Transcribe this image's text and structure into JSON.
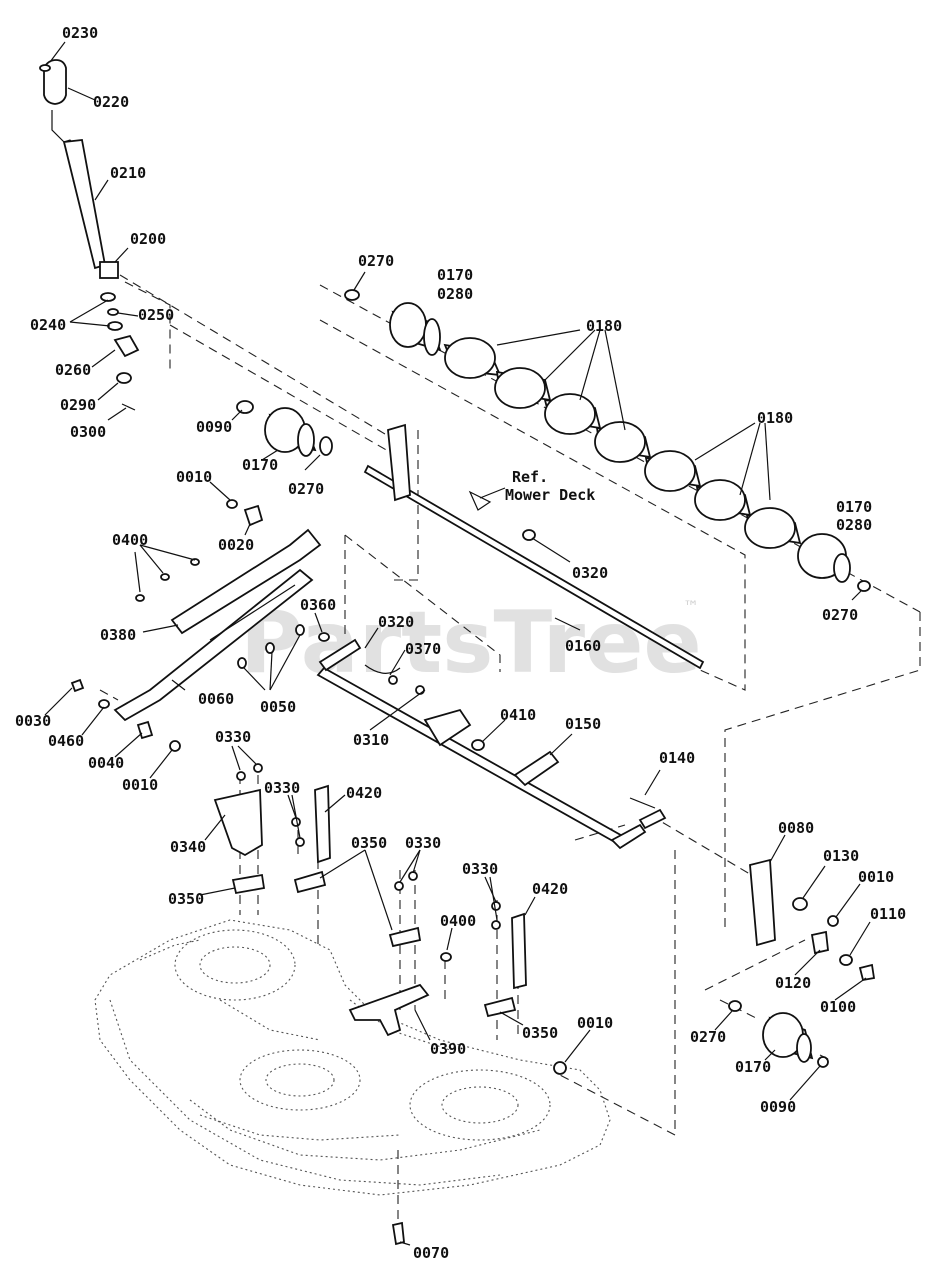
{
  "watermark": {
    "text": "PartsTree",
    "tm": "™"
  },
  "reference_note": {
    "line1": "Ref.",
    "line2": "Mower Deck"
  },
  "labels": [
    {
      "id": "l0230",
      "text": "0230"
    },
    {
      "id": "l0220",
      "text": "0220"
    },
    {
      "id": "l0210",
      "text": "0210"
    },
    {
      "id": "l0200",
      "text": "0200"
    },
    {
      "id": "l0240",
      "text": "0240"
    },
    {
      "id": "l0250",
      "text": "0250"
    },
    {
      "id": "l0260",
      "text": "0260"
    },
    {
      "id": "l0290",
      "text": "0290"
    },
    {
      "id": "l0300",
      "text": "0300"
    },
    {
      "id": "l0270a",
      "text": "0270"
    },
    {
      "id": "l0170a",
      "text": "0170"
    },
    {
      "id": "l0280a",
      "text": "0280"
    },
    {
      "id": "l0180a",
      "text": "0180"
    },
    {
      "id": "l0180b",
      "text": "0180"
    },
    {
      "id": "l0170b",
      "text": "0170"
    },
    {
      "id": "l0280b",
      "text": "0280"
    },
    {
      "id": "l0270b",
      "text": "0270"
    },
    {
      "id": "l0090a",
      "text": "0090"
    },
    {
      "id": "l0170c",
      "text": "0170"
    },
    {
      "id": "l0270c",
      "text": "0270"
    },
    {
      "id": "l0010a",
      "text": "0010"
    },
    {
      "id": "l0020",
      "text": "0020"
    },
    {
      "id": "l0400a",
      "text": "0400"
    },
    {
      "id": "l0320a",
      "text": "0320"
    },
    {
      "id": "l0380",
      "text": "0380"
    },
    {
      "id": "l0360",
      "text": "0360"
    },
    {
      "id": "l0320b",
      "text": "0320"
    },
    {
      "id": "l0370",
      "text": "0370"
    },
    {
      "id": "l0160",
      "text": "0160"
    },
    {
      "id": "l0060",
      "text": "0060"
    },
    {
      "id": "l0050",
      "text": "0050"
    },
    {
      "id": "l0030",
      "text": "0030"
    },
    {
      "id": "l0460",
      "text": "0460"
    },
    {
      "id": "l0310",
      "text": "0310"
    },
    {
      "id": "l0410",
      "text": "0410"
    },
    {
      "id": "l0150",
      "text": "0150"
    },
    {
      "id": "l0040",
      "text": "0040"
    },
    {
      "id": "l0010b",
      "text": "0010"
    },
    {
      "id": "l0140",
      "text": "0140"
    },
    {
      "id": "l0330a",
      "text": "0330"
    },
    {
      "id": "l0330b",
      "text": "0330"
    },
    {
      "id": "l0420a",
      "text": "0420"
    },
    {
      "id": "l0340",
      "text": "0340"
    },
    {
      "id": "l0350a",
      "text": "0350"
    },
    {
      "id": "l0330c",
      "text": "0330"
    },
    {
      "id": "l0350b",
      "text": "0350"
    },
    {
      "id": "l0080",
      "text": "0080"
    },
    {
      "id": "l0130",
      "text": "0130"
    },
    {
      "id": "l0010c",
      "text": "0010"
    },
    {
      "id": "l0330d",
      "text": "0330"
    },
    {
      "id": "l0420b",
      "text": "0420"
    },
    {
      "id": "l0400b",
      "text": "0400"
    },
    {
      "id": "l0110",
      "text": "0110"
    },
    {
      "id": "l0120",
      "text": "0120"
    },
    {
      "id": "l0100",
      "text": "0100"
    },
    {
      "id": "l0350c",
      "text": "0350"
    },
    {
      "id": "l0010d",
      "text": "0010"
    },
    {
      "id": "l0390",
      "text": "0390"
    },
    {
      "id": "l0270d",
      "text": "0270"
    },
    {
      "id": "l0170d",
      "text": "0170"
    },
    {
      "id": "l0090b",
      "text": "0090"
    },
    {
      "id": "l0070",
      "text": "0070"
    }
  ]
}
